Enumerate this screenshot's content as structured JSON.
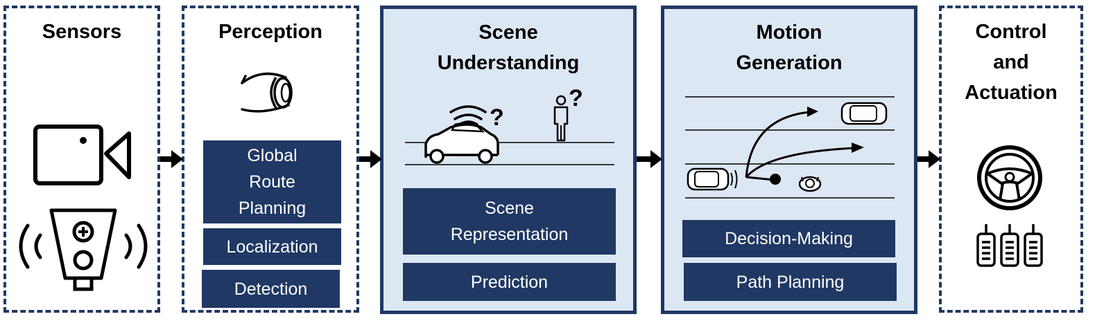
{
  "stages": [
    {
      "title": "Sensors",
      "items": []
    },
    {
      "title": "Perception",
      "items": [
        "Global\nRoute\nPlanning",
        "Localization",
        "Detection"
      ]
    },
    {
      "title": "Scene\nUnderstanding",
      "items": [
        "Scene\nRepresentation",
        "Prediction"
      ]
    },
    {
      "title": "Motion\nGeneration",
      "items": [
        "Decision-Making",
        "Path Planning"
      ]
    },
    {
      "title": "Control\nand\nActuation",
      "items": []
    }
  ],
  "annotations": {
    "question_mark": "?"
  },
  "colors": {
    "navy": "#1f3864",
    "light_fill": "#dce7f4",
    "text_on_navy": "#ffffff"
  },
  "icons": [
    "camera-icon",
    "radar-sensor-icon",
    "eye-icon",
    "connected-car-icon",
    "pedestrian-icon",
    "road-scene-icon",
    "steering-wheel-icon",
    "pedals-icon"
  ]
}
